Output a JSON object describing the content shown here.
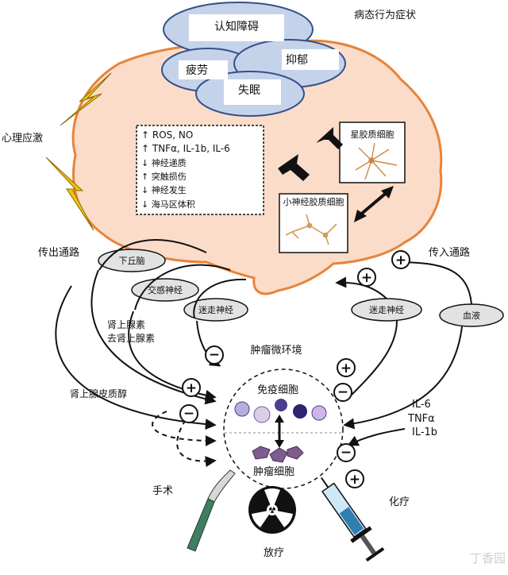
{
  "top_right_title": "病态行为症状",
  "symptoms": {
    "cognitive": "认知障碍",
    "fatigue": "疲劳",
    "depression": "抑郁",
    "insomnia": "失眠"
  },
  "stress_label": "心理应激",
  "brain_changes": [
    "↑ ROS, NO",
    "↑ TNFα, IL-1b, IL-6",
    "↓ 神经递质",
    "↑ 突触损伤",
    "↓ 神经发生",
    "↓ 海马区体积"
  ],
  "astrocyte_label": "星胶质细胞",
  "microglia_label": "小神经胶质细胞",
  "efferent_label": "传出通路",
  "afferent_label": "传入通路",
  "hypothalamus": "下丘脑",
  "sympathetic": "交感神经",
  "vagus_efferent": "迷走神经",
  "vagus_afferent": "迷走神经",
  "blood": "血液",
  "catecholamines": [
    "肾上腺素",
    "去肾上腺素"
  ],
  "cortisol": "肾上腺皮质醇",
  "tme_label": "肿瘤微环境",
  "immune_cells": "免疫细胞",
  "tumor_cells": "肿瘤细胞",
  "cytokines": [
    "IL-6",
    "TNFα",
    "IL-1b"
  ],
  "surgery": "手术",
  "radiotherapy": "放疗",
  "chemotherapy": "化疗",
  "plus": "+",
  "minus": "−",
  "watermark": "丁香园",
  "colors": {
    "brain_fill": "#fbdcc8",
    "brain_stroke": "#e8833a",
    "bubble_fill": "#c5d3ea",
    "bubble_stroke": "#34508a",
    "node_fill": "#e2e2e2",
    "lightning": "#f2c20f",
    "tumor_cell": "#7e5c8d",
    "immune_cell": "#4b3d8f"
  }
}
